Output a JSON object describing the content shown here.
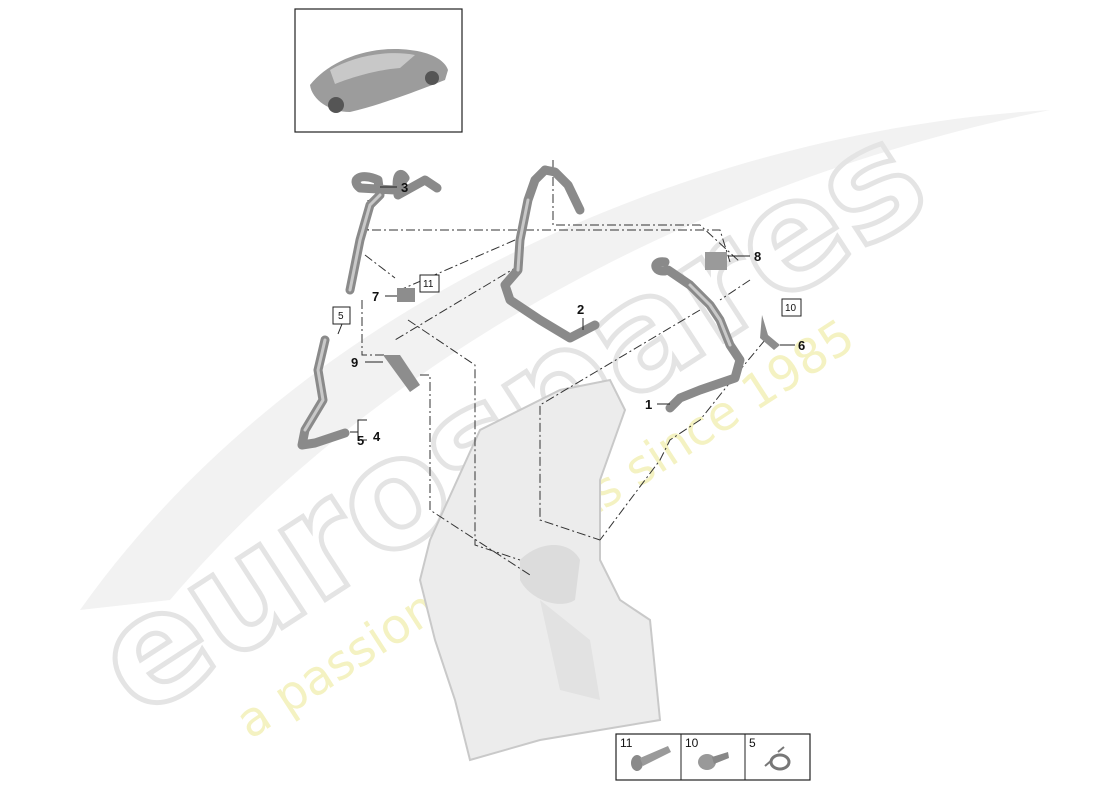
{
  "watermark": {
    "logo_text": "eurospares",
    "tagline": "a passion for parts since 1985"
  },
  "callouts": [
    {
      "id": "1",
      "label": "1"
    },
    {
      "id": "2",
      "label": "2"
    },
    {
      "id": "3",
      "label": "3"
    },
    {
      "id": "4",
      "label": "4"
    },
    {
      "id": "6",
      "label": "6"
    },
    {
      "id": "7",
      "label": "7"
    },
    {
      "id": "8",
      "label": "8"
    },
    {
      "id": "9",
      "label": "9"
    }
  ],
  "boxed_refs": {
    "ref_5_upper": "5",
    "ref_11": "11",
    "ref_10": "10",
    "ref_5_bracket": "5"
  },
  "legend": [
    {
      "label": "11",
      "icon": "bolt-icon"
    },
    {
      "label": "10",
      "icon": "clip-fastener-icon"
    },
    {
      "label": "5",
      "icon": "hose-clamp-icon"
    }
  ],
  "thumbnail": {
    "icon": "car-thumbnail"
  }
}
